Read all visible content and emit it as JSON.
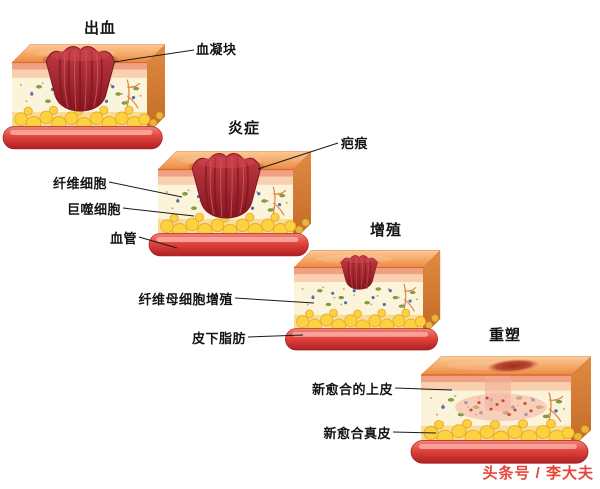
{
  "figure": {
    "stages": [
      {
        "id": "bleeding",
        "title": "出血",
        "labels": [
          {
            "id": "blood-clot",
            "text": "血凝块"
          }
        ]
      },
      {
        "id": "inflammation",
        "title": "炎症",
        "labels": [
          {
            "id": "scar",
            "text": "疤痕"
          },
          {
            "id": "fibrocyte",
            "text": "纤维细胞"
          },
          {
            "id": "macrophage",
            "text": "巨噬细胞"
          },
          {
            "id": "blood-vessel",
            "text": "血管"
          }
        ]
      },
      {
        "id": "proliferation",
        "title": "增殖",
        "labels": [
          {
            "id": "fibroblast-proliferation",
            "text": "纤维母细胞增殖"
          },
          {
            "id": "subcutaneous-fat",
            "text": "皮下脂肪"
          }
        ]
      },
      {
        "id": "remodeling",
        "title": "重塑",
        "labels": [
          {
            "id": "new-epithelium",
            "text": "新愈合的上皮"
          },
          {
            "id": "new-dermis",
            "text": "新愈合真皮"
          }
        ]
      }
    ],
    "watermark": "头条号 / 李大夫",
    "colors": {
      "leader_line": "#1a1a1a",
      "watermark": "#e8453a",
      "wound_clot": "#a5212e",
      "fat": "#fcd23f",
      "vessel": "#d5332f",
      "skin_top": "#f2944c"
    }
  }
}
